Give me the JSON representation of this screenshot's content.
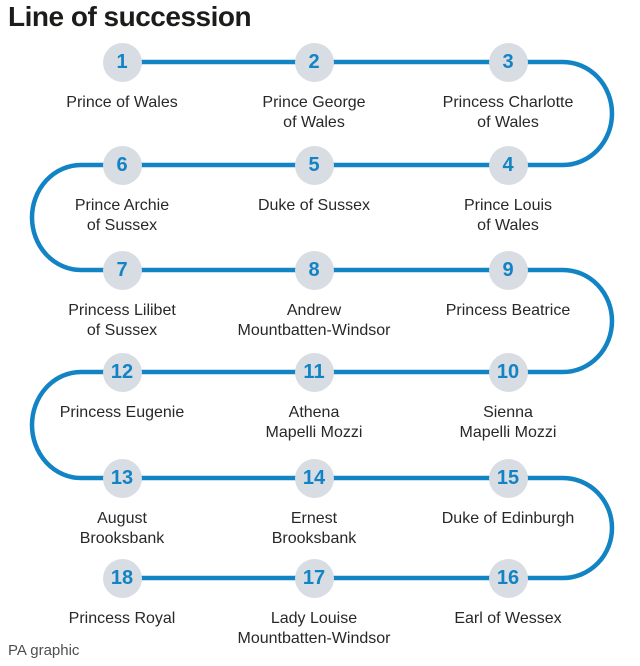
{
  "title": "Line of succession",
  "credit": "PA graphic",
  "colors": {
    "line_blue": "#1283c4",
    "number_blue": "#1283c4",
    "circle_fill": "#d8dce3",
    "title_text": "#1c1c1a",
    "name_text": "#282828",
    "credit_text": "#4f4f4f"
  },
  "entries": [
    {
      "number": "1",
      "name_lines": [
        "Prince of Wales"
      ],
      "row": 0,
      "col": 0
    },
    {
      "number": "2",
      "name_lines": [
        "Prince George",
        "of Wales"
      ],
      "row": 0,
      "col": 1
    },
    {
      "number": "3",
      "name_lines": [
        "Princess Charlotte",
        "of Wales"
      ],
      "row": 0,
      "col": 2
    },
    {
      "number": "4",
      "name_lines": [
        "Prince Louis",
        "of Wales"
      ],
      "row": 1,
      "col": 2
    },
    {
      "number": "5",
      "name_lines": [
        "Duke of Sussex"
      ],
      "row": 1,
      "col": 1
    },
    {
      "number": "6",
      "name_lines": [
        "Prince Archie",
        "of Sussex"
      ],
      "row": 1,
      "col": 0
    },
    {
      "number": "7",
      "name_lines": [
        "Princess Lilibet",
        "of Sussex"
      ],
      "row": 2,
      "col": 0
    },
    {
      "number": "8",
      "name_lines": [
        "Andrew",
        "Mountbatten-Windsor"
      ],
      "row": 2,
      "col": 1
    },
    {
      "number": "9",
      "name_lines": [
        "Princess Beatrice"
      ],
      "row": 2,
      "col": 2
    },
    {
      "number": "10",
      "name_lines": [
        "Sienna",
        "Mapelli Mozzi"
      ],
      "row": 3,
      "col": 2
    },
    {
      "number": "11",
      "name_lines": [
        "Athena",
        "Mapelli Mozzi"
      ],
      "row": 3,
      "col": 1
    },
    {
      "number": "12",
      "name_lines": [
        "Princess Eugenie"
      ],
      "row": 3,
      "col": 0
    },
    {
      "number": "13",
      "name_lines": [
        "August",
        "Brooksbank"
      ],
      "row": 4,
      "col": 0
    },
    {
      "number": "14",
      "name_lines": [
        "Ernest",
        "Brooksbank"
      ],
      "row": 4,
      "col": 1
    },
    {
      "number": "15",
      "name_lines": [
        "Duke of Edinburgh"
      ],
      "row": 4,
      "col": 2
    },
    {
      "number": "16",
      "name_lines": [
        "Earl of Wessex"
      ],
      "row": 5,
      "col": 2
    },
    {
      "number": "17",
      "name_lines": [
        "Lady Louise",
        "Mountbatten-Windsor"
      ],
      "row": 5,
      "col": 1
    },
    {
      "number": "18",
      "name_lines": [
        "Princess Royal"
      ],
      "row": 5,
      "col": 0
    }
  ]
}
